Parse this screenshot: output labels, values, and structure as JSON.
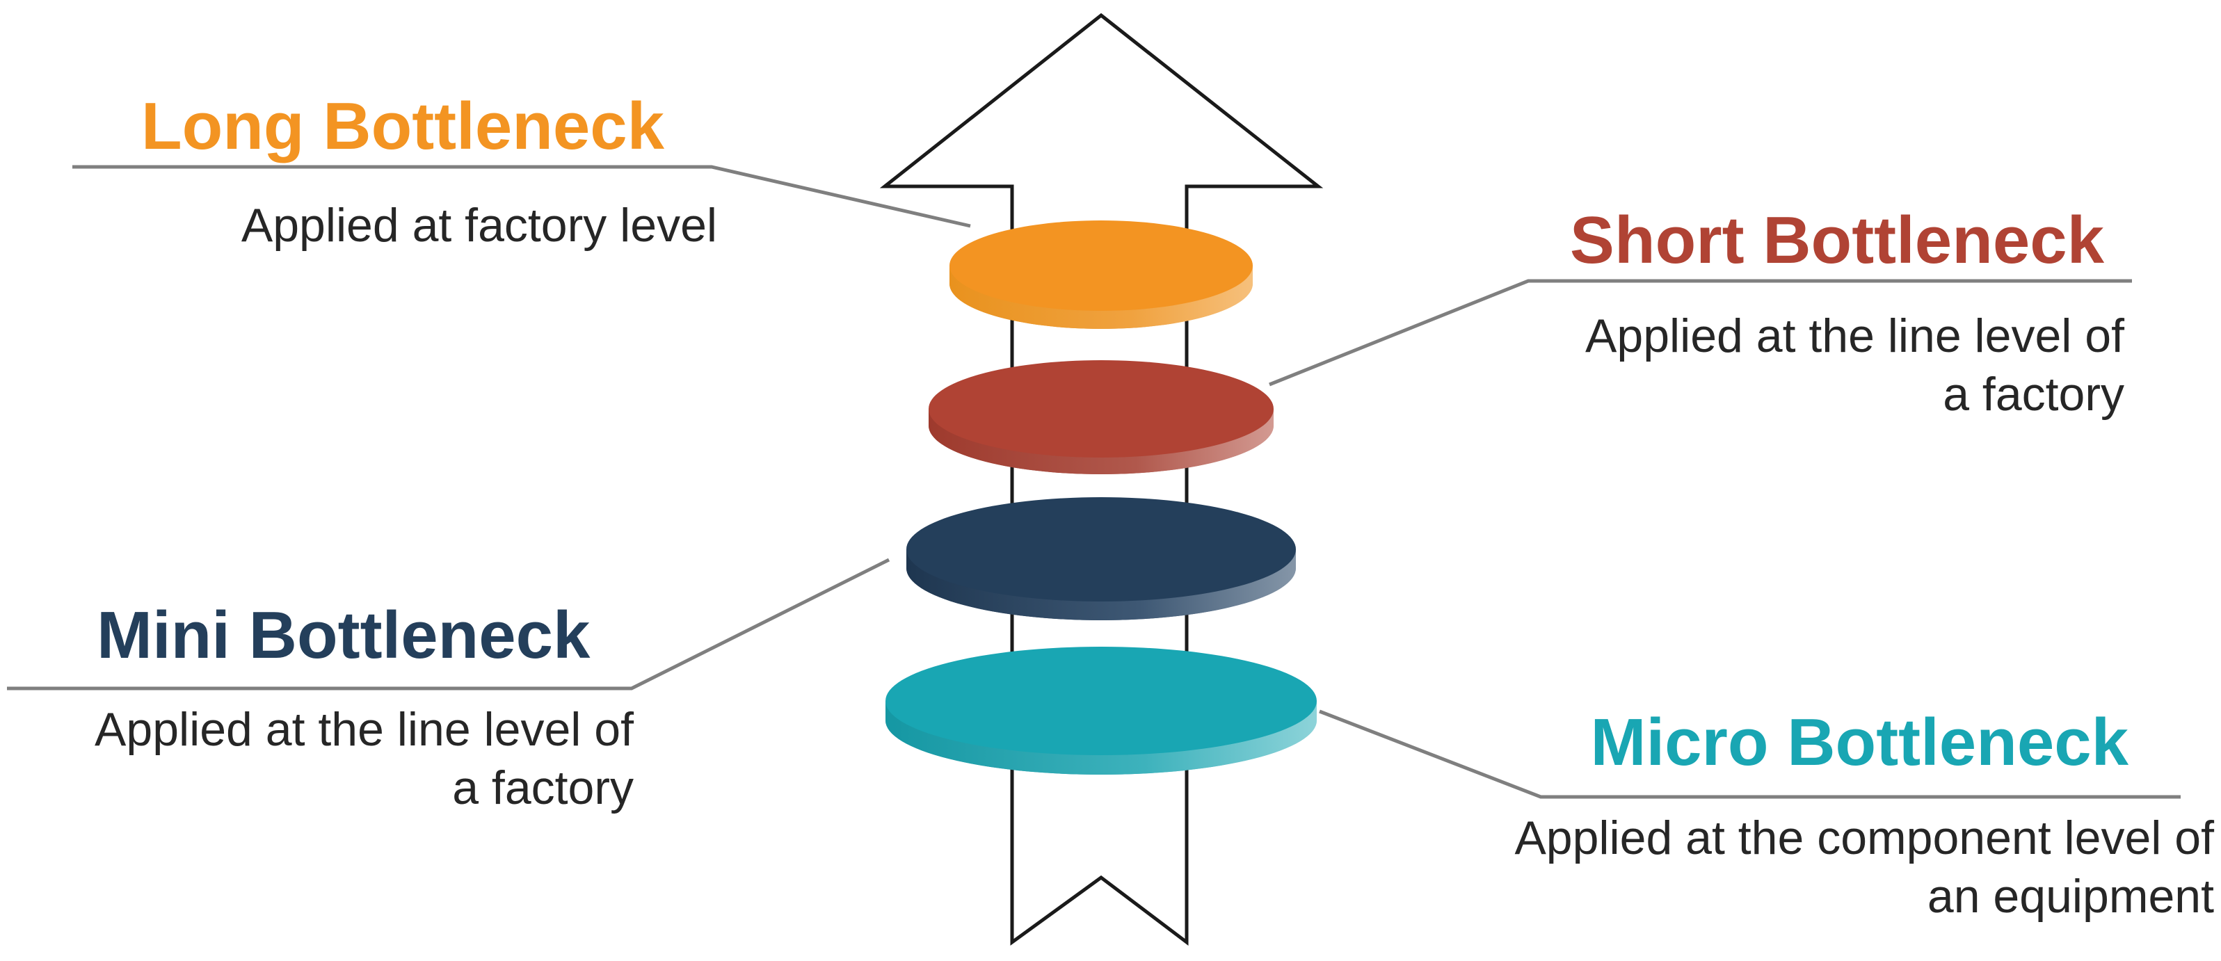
{
  "diagram": {
    "levels": [
      {
        "id": "long",
        "title": "Long Bottleneck",
        "description_lines": [
          "Applied at factory level"
        ],
        "color": "#F39422"
      },
      {
        "id": "short",
        "title": "Short Bottleneck",
        "description_lines": [
          "Applied at the line level of",
          "a factory"
        ],
        "color": "#B04334"
      },
      {
        "id": "mini",
        "title": "Mini Bottleneck",
        "description_lines": [
          "Applied at the line level of",
          "a factory"
        ],
        "color": "#243F5B"
      },
      {
        "id": "micro",
        "title": "Micro Bottleneck",
        "description_lines": [
          "Applied at the component level of",
          "an equipment"
        ],
        "color": "#19A6B3"
      }
    ],
    "arrow": {
      "direction": "up",
      "stroke_color": "#1A1A1A"
    },
    "connector_color": "#7F7F7F"
  }
}
